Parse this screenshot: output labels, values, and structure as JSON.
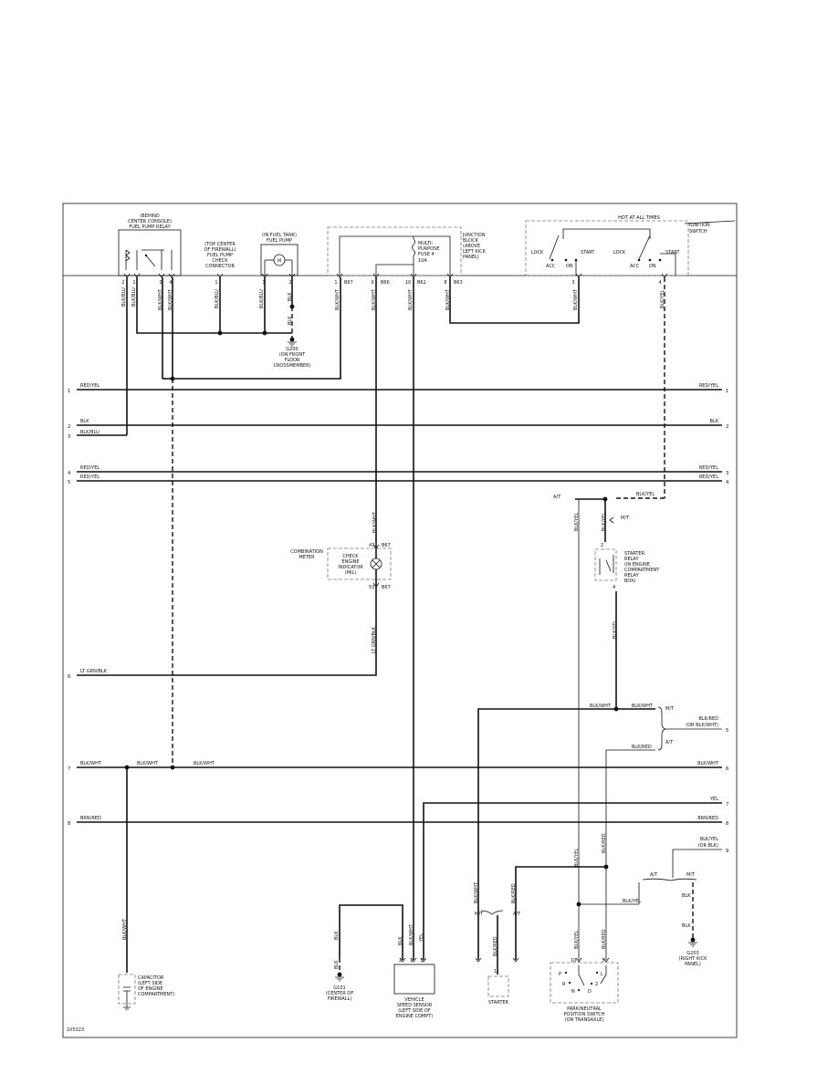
{
  "components": {
    "relay": [
      "(BEHIND",
      "CENTER CONSOLE)",
      "FUEL PUMP RELAY"
    ],
    "check_conn": [
      "(TOP CENTER",
      "OF FIREWALL)",
      "FUEL PUMP",
      "CHECK",
      "CONNECTOR"
    ],
    "pump": [
      "(IN FUEL TANK)",
      "FUEL PUMP"
    ],
    "pump_symbol": "M",
    "junction": [
      "JUNCTION",
      "BLOCK",
      "(ABOVE",
      "LEFT KICK",
      "PANEL)"
    ],
    "fuse": [
      "MULTI-",
      "PURPOSE",
      "FUSE 4",
      "10A"
    ],
    "hot": "HOT AT ALL TIMES",
    "ignition": [
      "IGNITION",
      "SWITCH"
    ],
    "ign_lock": "LOCK",
    "ign_acc": "ACC",
    "ign_on": "ON",
    "ign_start": "START",
    "g200": [
      "G200",
      "(ON FRONT",
      "FLOOR",
      "CROSSMEMBER)"
    ],
    "meter": [
      "COMBINATION",
      "METER"
    ],
    "mil": [
      "CHECK",
      "ENGINE",
      "INDICATOR",
      "(MIL)"
    ],
    "starter_relay": [
      "STARTER",
      "RELAY",
      "(IN ENGINE",
      "COMPARTMENT",
      "RELAY",
      "BOX)"
    ],
    "capacitor": [
      "CAPACITOR",
      "(LEFT SIDE",
      "OF ENGINE",
      "COMPARTMENT)"
    ],
    "g101": [
      "G101",
      "(CENTER OF",
      "FIREWALL)"
    ],
    "vss": [
      "VEHICLE",
      "SPEED SENSOR",
      "(LEFT SIDE OF",
      "ENGINE COMPT)"
    ],
    "starter": "STARTER",
    "pnp": [
      "PARK/NEUTRAL",
      "POSITION SWITCH",
      "(ON TRANSAXLE)"
    ],
    "pnp_pos": [
      "P",
      "R",
      "N",
      "D",
      "2",
      "L"
    ],
    "g203": [
      "G203",
      "(RIGHT KICK",
      "PANEL)"
    ]
  },
  "pins": {
    "relay": [
      "2",
      "1",
      "3",
      "4"
    ],
    "check": "1",
    "pump": [
      "1",
      "2"
    ],
    "jb": [
      "1",
      "9",
      "10",
      "8"
    ],
    "ign": [
      "3",
      "4"
    ],
    "mil": [
      "43",
      "53"
    ],
    "sr": [
      "2",
      "4"
    ],
    "vss": [
      "2",
      "1",
      "3"
    ],
    "pnp": [
      "10",
      "3"
    ],
    "st": "1"
  },
  "connectors": {
    "b67": "B67",
    "b66": "B66",
    "b62": "B62",
    "b63": "B63"
  },
  "wires": {
    "relay": [
      "BLK/BLU",
      "BLK/BLU",
      "BLK/WHT",
      "BLK/WHT"
    ],
    "check": "BLK/BLU",
    "pump": [
      "BLK/BLU",
      "BLK"
    ],
    "jb": [
      "BLK/WHT",
      "BLK/WHT",
      "BLK/WHT",
      "BLK/WHT"
    ],
    "ign": [
      "BLK/WHT",
      "BLK/YEL"
    ],
    "mil_in": "BLK/WHT",
    "mil_out": "LT GRN/BLK",
    "sr_top": "BLK/YEL",
    "sr_out": "BLK/YEL",
    "left_blkyel": "BLK/YEL",
    "left_blkred": "BLK/RED",
    "cap": "BLK/WHT",
    "g101": [
      "BLK",
      "BLK"
    ],
    "vss": [
      "BLK",
      "BLK/WHT",
      "YEL"
    ],
    "st_in": [
      "BLK/WHT",
      "BLK/RED"
    ],
    "st_out": "BLK/RED",
    "pnp_in": [
      "BLK/YEL",
      "BLK/RED"
    ],
    "blkyel_h": "BLK/YEL",
    "g203": [
      "BLK",
      "BLK"
    ],
    "blkwht_h": "BLK/WHT",
    "blkwht_h2": "BLK/WHT",
    "blkred_h": "BLK/RED",
    "blkyel_top": "BLK/YEL"
  },
  "tags": {
    "at": "A/T",
    "mt": "M/T"
  },
  "rails": [
    {
      "lnum": "1",
      "rnum": "1",
      "llabel": "RED/YEL",
      "rlabel": "RED/YEL"
    },
    {
      "lnum": "2",
      "rnum": "2",
      "llabel": "BLK",
      "rlabel": "BLK"
    },
    {
      "lnum": "3",
      "rnum": "",
      "llabel": "BLK/BLU",
      "rlabel": ""
    },
    {
      "lnum": "4",
      "rnum": "3",
      "llabel": "RED/YEL",
      "rlabel": "RED/YEL"
    },
    {
      "lnum": "5",
      "rnum": "4",
      "llabel": "RED/YEL",
      "rlabel": "RED/YEL"
    },
    {
      "lnum": "6",
      "rnum": "",
      "llabel": "LT GRN/BLK",
      "rlabel": ""
    },
    {
      "lnum": "7",
      "rnum": "6",
      "llabel": "BLK/WHT",
      "rlabel": "BLK/WHT",
      "mlabel1": "BLK/WHT",
      "mlabel2": "BLK/WHT"
    },
    {
      "lnum": "",
      "rnum": "7",
      "llabel": "",
      "rlabel": "YEL"
    },
    {
      "lnum": "8",
      "rnum": "8",
      "llabel": "BRN/RED",
      "rlabel": "BRN/RED"
    }
  ],
  "right_extras": {
    "num5": "5",
    "lbl5": [
      "BLK/RED",
      "(OR BLK/WHT)"
    ],
    "num9": "9",
    "lbl9": [
      "BLK/YEL",
      "(OR BLK)"
    ]
  },
  "figure_id": "105323"
}
